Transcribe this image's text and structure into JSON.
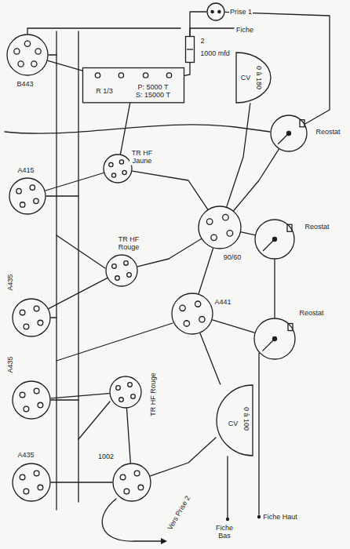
{
  "diagram": {
    "nodes": [
      {
        "text": [
          "Prise 1"
        ]
      },
      {
        "text": [
          "2",
          "1000 mfd"
        ]
      },
      {
        "text": [
          "B443"
        ]
      },
      {
        "text": [
          "R 1/3",
          "P: 5000 T S: 15000 T"
        ]
      },
      {
        "text": [
          "CV",
          "0 à 180"
        ]
      },
      {
        "text": [
          "Reostat"
        ]
      },
      {
        "text": [
          "TR HF Jaune"
        ]
      },
      {
        "text": [
          "A415"
        ]
      },
      {
        "text": [
          "90/60"
        ]
      },
      {
        "text": [
          "Reostat"
        ]
      },
      {
        "text": [
          "TR HF Rouge"
        ]
      },
      {
        "text": [
          "A435"
        ]
      },
      {
        "text": [
          "A441"
        ]
      },
      {
        "text": [
          "Reostat"
        ]
      },
      {
        "text": [
          "A435"
        ]
      },
      {
        "text": [
          "TR HF Rouge"
        ]
      },
      {
        "text": [
          "CV",
          "0 à 100"
        ]
      },
      {
        "text": [
          "A435"
        ]
      },
      {
        "text": [
          "1002"
        ]
      }
    ],
    "edges": [
      {
        "from": 0,
        "to": 5,
        "arrow": "none"
      },
      {
        "from": 1,
        "to": 0,
        "arrow": "none"
      },
      {
        "from": 2,
        "to": 3,
        "arrow": "none"
      },
      {
        "from": 3,
        "to": 1,
        "arrow": "none"
      },
      {
        "from": 4,
        "to": 8,
        "arrow": "none"
      },
      {
        "from": 5,
        "to": 8,
        "arrow": "none"
      },
      {
        "from": 6,
        "to": 7,
        "arrow": "none"
      },
      {
        "from": 6,
        "to": 3,
        "arrow": "none"
      },
      {
        "from": 6,
        "to": 8,
        "arrow": "none"
      },
      {
        "from": 8,
        "to": 9,
        "arrow": "none"
      },
      {
        "from": 8,
        "to": 12,
        "arrow": "none"
      },
      {
        "from": 9,
        "to": 13,
        "arrow": "none"
      },
      {
        "from": 10,
        "to": 11,
        "arrow": "none"
      },
      {
        "from": 10,
        "to": 8,
        "arrow": "none"
      },
      {
        "from": 12,
        "to": 13,
        "arrow": "none"
      },
      {
        "from": 12,
        "to": 16,
        "arrow": "none"
      },
      {
        "from": 14,
        "to": 15,
        "arrow": "none"
      },
      {
        "from": 15,
        "to": 18,
        "arrow": "none"
      },
      {
        "from": 17,
        "to": 18,
        "arrow": "none"
      },
      {
        "from": 18,
        "to": 16,
        "arrow": "none"
      }
    ],
    "labels": [
      "Fiche",
      "Vers Prise 2",
      "Fiche Bas",
      "Fiche Haut"
    ]
  }
}
